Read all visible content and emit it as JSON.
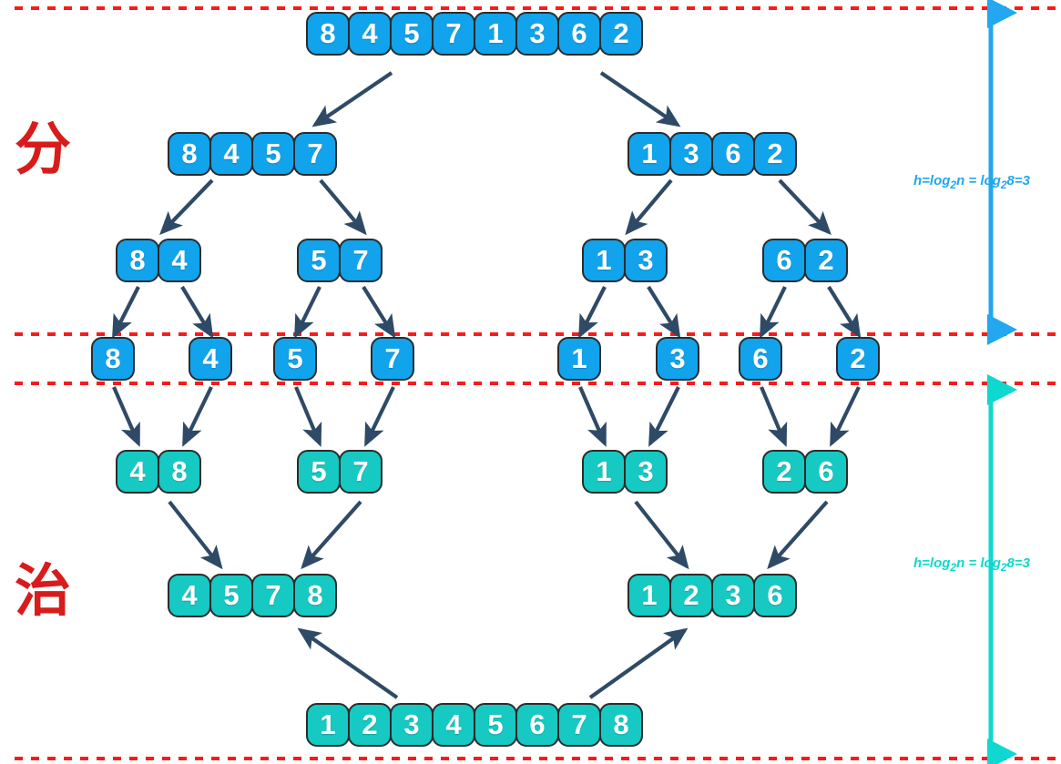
{
  "diagram": {
    "title": "Merge Sort Divide and Conquer",
    "colors": {
      "divide_box": "#11a3ec",
      "conquer_box": "#16c9c2",
      "box_border": "#2b2b2b",
      "arrow": "#2e4a66",
      "dashed_rule": "#f71b1b",
      "divide_label": "#d81c1c",
      "divide_bracket": "#22a7f0",
      "conquer_bracket": "#0ed8cf"
    },
    "phase_labels": {
      "divide": "分",
      "conquer": "治"
    },
    "annotations": {
      "divide_formula": {
        "prefix": "h=log",
        "base1": "2",
        "mid": "n = log",
        "base2": "2",
        "suffix": "8=3"
      },
      "conquer_formula": {
        "prefix": "h=log",
        "base1": "2",
        "mid": "n = log",
        "base2": "2",
        "suffix": "8=3"
      }
    },
    "levels": [
      {
        "name": "divide-level-0",
        "phase": "divide",
        "groups": [
          {
            "values": [
              "8",
              "4",
              "5",
              "7",
              "1",
              "3",
              "6",
              "2"
            ]
          }
        ]
      },
      {
        "name": "divide-level-1",
        "phase": "divide",
        "groups": [
          {
            "values": [
              "8",
              "4",
              "5",
              "7"
            ]
          },
          {
            "values": [
              "1",
              "3",
              "6",
              "2"
            ]
          }
        ]
      },
      {
        "name": "divide-level-2",
        "phase": "divide",
        "groups": [
          {
            "values": [
              "8",
              "4"
            ]
          },
          {
            "values": [
              "5",
              "7"
            ]
          },
          {
            "values": [
              "1",
              "3"
            ]
          },
          {
            "values": [
              "6",
              "2"
            ]
          }
        ]
      },
      {
        "name": "divide-level-3",
        "phase": "divide",
        "groups": [
          {
            "values": [
              "8"
            ]
          },
          {
            "values": [
              "4"
            ]
          },
          {
            "values": [
              "5"
            ]
          },
          {
            "values": [
              "7"
            ]
          },
          {
            "values": [
              "1"
            ]
          },
          {
            "values": [
              "3"
            ]
          },
          {
            "values": [
              "6"
            ]
          },
          {
            "values": [
              "2"
            ]
          }
        ]
      },
      {
        "name": "conquer-level-2",
        "phase": "conquer",
        "groups": [
          {
            "values": [
              "4",
              "8"
            ]
          },
          {
            "values": [
              "5",
              "7"
            ]
          },
          {
            "values": [
              "1",
              "3"
            ]
          },
          {
            "values": [
              "2",
              "6"
            ]
          }
        ]
      },
      {
        "name": "conquer-level-1",
        "phase": "conquer",
        "groups": [
          {
            "values": [
              "4",
              "5",
              "7",
              "8"
            ]
          },
          {
            "values": [
              "1",
              "2",
              "3",
              "6"
            ]
          }
        ]
      },
      {
        "name": "conquer-level-0",
        "phase": "conquer",
        "groups": [
          {
            "values": [
              "1",
              "2",
              "3",
              "4",
              "5",
              "6",
              "7",
              "8"
            ]
          }
        ]
      }
    ]
  }
}
